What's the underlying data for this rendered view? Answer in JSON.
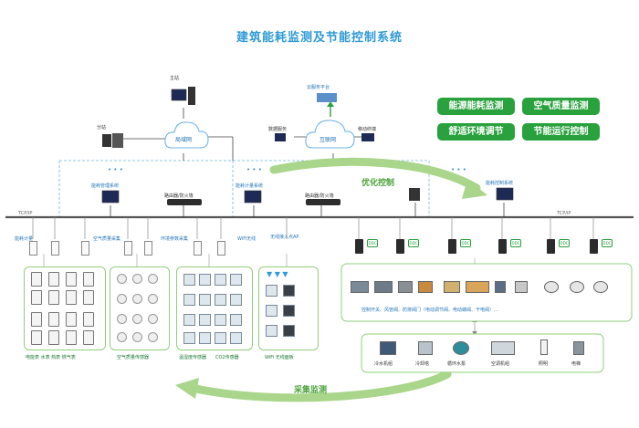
{
  "title": "建筑能耗监测及节能控制系统",
  "features": [
    "能源能耗监测",
    "空气质量监测",
    "舒适环境调节",
    "节能运行控制"
  ],
  "arrows": {
    "optimize": "优化控制",
    "collect": "采集监测"
  },
  "top_nodes": {
    "server": "主站",
    "client": "分站",
    "cloud_platform": "云服务平台",
    "private_cloud": "数据服务",
    "mobile": "移动终端"
  },
  "network_labels": {
    "lan": "局域网",
    "internet": "互联网"
  },
  "firewall": [
    "路由器/防火墙",
    "路由器/防火墙"
  ],
  "bus_labels": {
    "left": "TCP/IP",
    "right": "TCP/IP"
  },
  "subsystems": [
    "能耗管理系统",
    "能耗计量系统",
    "能耗控制系统",
    "无线接入点AP"
  ],
  "left_sections": {
    "g1": "能耗计量",
    "g2": "空气质量采集",
    "g3": "环境参数采集",
    "g4": "WiFi无线"
  },
  "meter_caption": "电能表  水表  热表  燃气表",
  "air_caption": "空气质量传感器",
  "env_caption": [
    "温湿度传感器",
    "CO2传感器"
  ],
  "wifi_caption": "WiFi 无线面板",
  "ddc_label": "DDC",
  "equip_caption": "控制开关、风管阀、防排阀门（电动调节阀、电动蝶阀、干电阀）…",
  "hvac_items": [
    "冷水机组",
    "冷却塔",
    "循环水泵",
    "空调机组",
    "照明",
    "电梯"
  ]
}
